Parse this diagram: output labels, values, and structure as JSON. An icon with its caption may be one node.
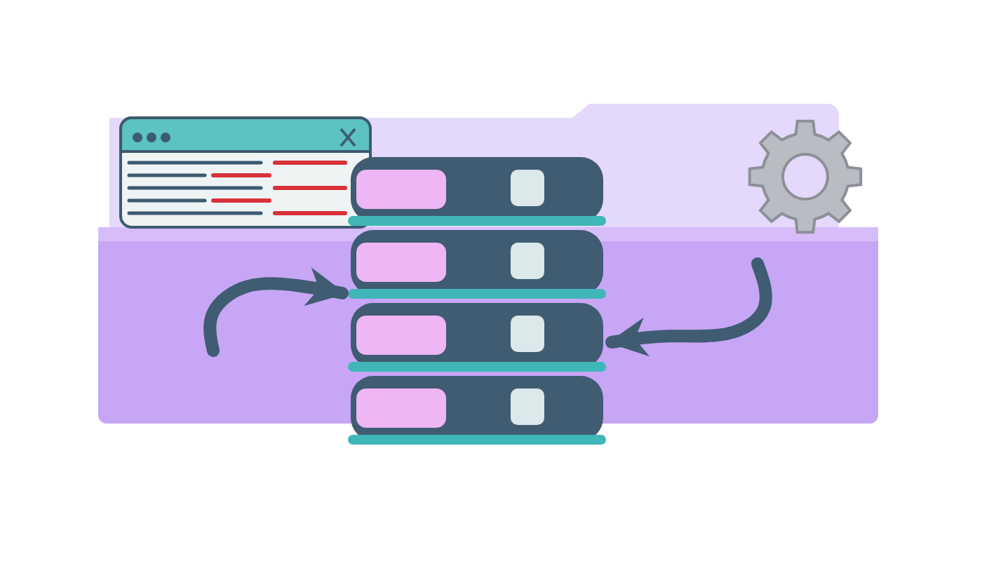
{
  "diagram": {
    "nodes": [
      {
        "text": [],
        "shape": "picture"
      },
      {
        "text": [],
        "shape": "picture"
      },
      {
        "text": [],
        "shape": "picture"
      },
      {
        "text": [],
        "shape": "cylinder"
      }
    ],
    "edges": [
      {
        "from": 0,
        "to": 3,
        "arrow": "to"
      },
      {
        "from": 0,
        "to": 3,
        "arrow": "to"
      }
    ]
  }
}
